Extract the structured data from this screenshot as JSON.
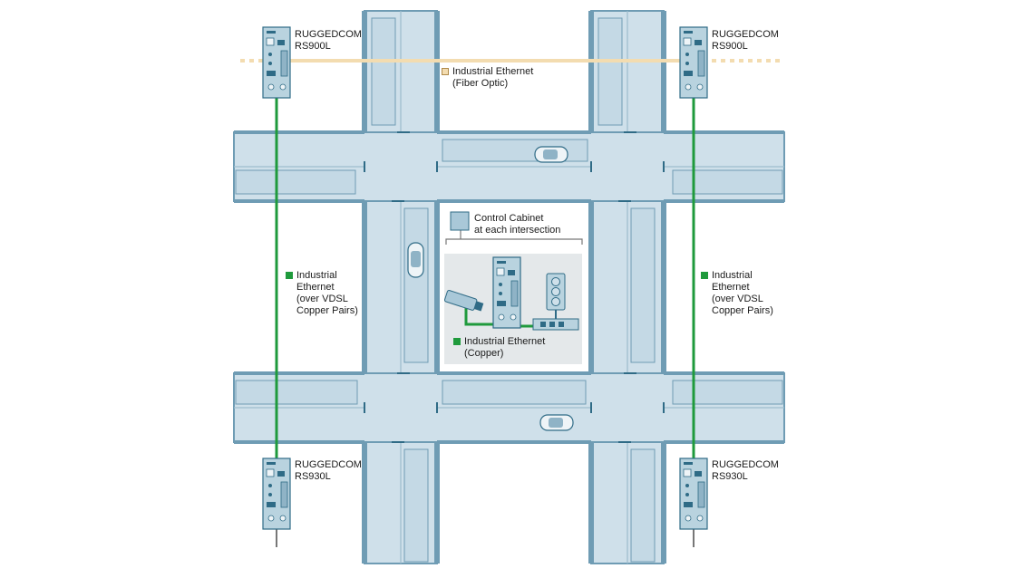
{
  "devices": {
    "top_left": {
      "line1": "RUGGEDCOM",
      "line2": "RS900L"
    },
    "top_right": {
      "line1": "RUGGEDCOM",
      "line2": "RS900L"
    },
    "bottom_left": {
      "line1": "RUGGEDCOM",
      "line2": "RS930L"
    },
    "bottom_right": {
      "line1": "RUGGEDCOM",
      "line2": "RS930L"
    }
  },
  "fiber": {
    "line1": "Industrial Ethernet",
    "line2": "(Fiber Optic)"
  },
  "vdsl_left": {
    "line1": "Industrial",
    "line2": "Ethernet",
    "line3": "(over VDSL",
    "line4": "Copper Pairs)"
  },
  "vdsl_right": {
    "line1": "Industrial",
    "line2": "Ethernet",
    "line3": "(over VDSL",
    "line4": "Copper Pairs)"
  },
  "cabinet": {
    "line1": "Control Cabinet",
    "line2": "at each intersection"
  },
  "copper": {
    "line1": "Industrial Ethernet",
    "line2": "(Copper)"
  },
  "colors": {
    "road": "#cfe0ea",
    "road_edge": "#6f9cb4",
    "road_inner": "#b7d0de",
    "fiber": "#f3dcb0",
    "copper": "#1f9a3c",
    "device_body": "#b9d3df",
    "device_dark": "#2f6b86",
    "panel": "#e4e8ea"
  }
}
